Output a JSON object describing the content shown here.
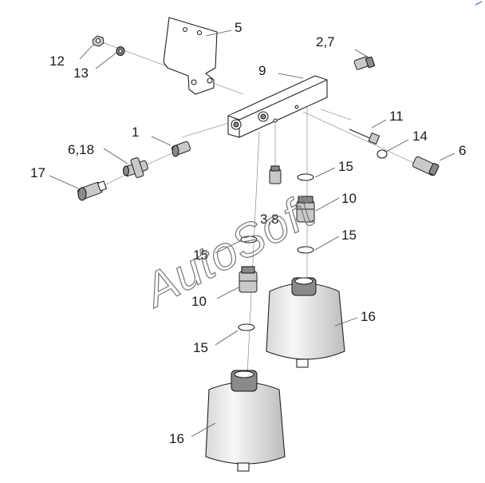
{
  "watermark": "AutoSoft",
  "callouts": {
    "c5": "5",
    "c27": "2,7",
    "c12": "12",
    "c13": "13",
    "c9": "9",
    "c11": "11",
    "c1": "1",
    "c14": "14",
    "c618": "6,18",
    "c6": "6",
    "c17": "17",
    "c15a": "15",
    "c10a": "10",
    "c38": "3,8",
    "c15b": "15",
    "c15c": "15",
    "c10b": "10",
    "c16a": "16",
    "c15d": "15",
    "c16b": "16"
  }
}
